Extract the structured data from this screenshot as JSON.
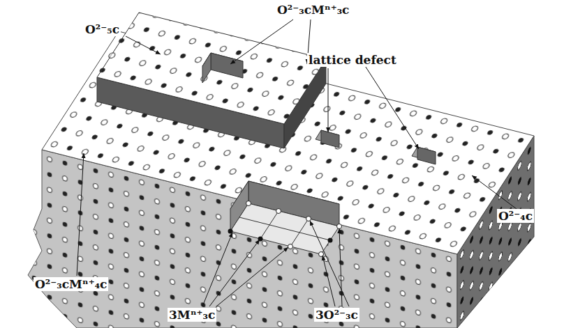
{
  "diagram": {
    "labels": [
      "O²⁻₃cMⁿ⁺₃c",
      "O²⁻₅c",
      "lattice defect",
      "O²⁻₃cMⁿ⁺₄c",
      "O²⁻₄c",
      "3Mⁿ⁺₃c",
      "3O²⁻₃c"
    ]
  }
}
